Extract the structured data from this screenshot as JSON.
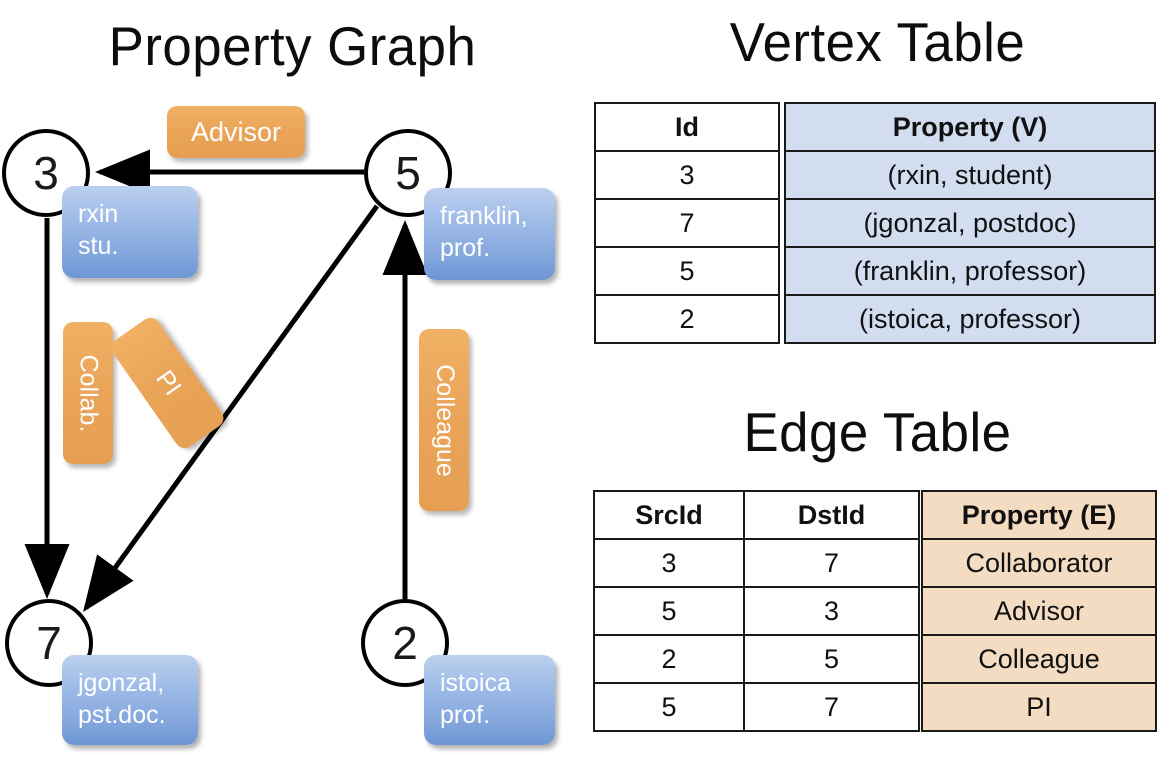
{
  "titles": {
    "property_graph": "Property Graph",
    "vertex_table": "Vertex Table",
    "edge_table": "Edge Table"
  },
  "graph": {
    "nodes": [
      {
        "id": "3",
        "label": "3",
        "property": "rxin\nstu."
      },
      {
        "id": "5",
        "label": "5",
        "property": "franklin,\nprof."
      },
      {
        "id": "7",
        "label": "7",
        "property": "jgonzal,\npst.doc."
      },
      {
        "id": "2",
        "label": "2",
        "property": "istoica\nprof."
      }
    ],
    "edge_labels": {
      "advisor": "Advisor",
      "collab": "Collab.",
      "pi": "PI",
      "colleague": "Colleague"
    }
  },
  "vertex_table": {
    "headers": {
      "id": "Id",
      "property": "Property (V)"
    },
    "rows": [
      {
        "id": "3",
        "property": "(rxin, student)"
      },
      {
        "id": "7",
        "property": "(jgonzal, postdoc)"
      },
      {
        "id": "5",
        "property": "(franklin, professor)"
      },
      {
        "id": "2",
        "property": "(istoica, professor)"
      }
    ]
  },
  "edge_table": {
    "headers": {
      "src": "SrcId",
      "dst": "DstId",
      "property": "Property (E)"
    },
    "rows": [
      {
        "src": "3",
        "dst": "7",
        "property": "Collaborator"
      },
      {
        "src": "5",
        "dst": "3",
        "property": "Advisor"
      },
      {
        "src": "2",
        "dst": "5",
        "property": "Colleague"
      },
      {
        "src": "5",
        "dst": "7",
        "property": "PI"
      }
    ]
  },
  "colors": {
    "vertex_property_fill": "#d3ddf0",
    "edge_property_fill": "#f4dcc3",
    "node_box_blue": "#8fb0e2",
    "edge_label_orange": "#eaa559",
    "stroke": "#000000"
  }
}
